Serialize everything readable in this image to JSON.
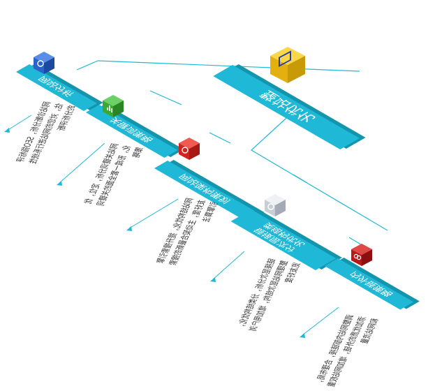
{
  "main_title": "整站优化",
  "nodes": [
    {
      "title": "网站分析",
      "desc": "网站诊断分析，SEO指标评估，对您的网站进行系统性的分析评断",
      "cube_color": "#2a64c8",
      "icon": "gauge-icon"
    },
    {
      "title": "关键词策略",
      "desc": "网站关键词分析，定位，优化，形成一套全面的关键词策略",
      "cube_color": "#3aa832",
      "icon": "bar-chart-icon"
    },
    {
      "title": "网站架构策划",
      "desc": "网站结构优化，提升搜索引擎友好度，主动契合最新的搜索引擎算法",
      "cube_color": "#d2241e",
      "icon": "clock-icon"
    },
    {
      "title": "链接层次分类结构优化",
      "title_lines": [
        "链接层次分",
        "类结构优化"
      ],
      "desc": "链接层次分析，分类结构优化，整理网站层次结构，增加用户浏览友好度",
      "cube_color": "#c9ced6",
      "icon": "dollar-icon"
    },
    {
      "title": "内外链策略",
      "desc": "调整网站内部链接，合理布局，添加优质的外链，增加网站权重和网站流量",
      "cube_color": "#b81818",
      "icon": "link-icon"
    }
  ],
  "colors": {
    "banner": "#1fb8d6",
    "banner_shadow": "#1495ae",
    "line": "#1fb8d6",
    "main_cube": "#f2c318"
  }
}
